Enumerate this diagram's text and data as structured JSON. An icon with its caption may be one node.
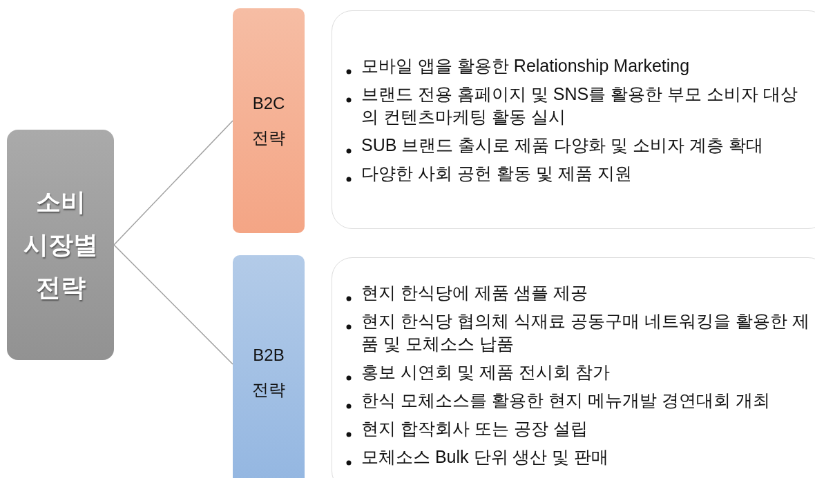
{
  "diagram": {
    "nodes": [
      {
        "text": [
          "소비 시장별 전략"
        ]
      },
      {
        "text": [
          "B2C 전략"
        ]
      },
      {
        "text": [
          "모바일 앱을 활용한 Relationship Marketing",
          "브랜드 전용 홈페이지 및 SNS를 활용한 부모 소비자 대상의 컨텐츠마케팅 활동 실시",
          "SUB 브랜드 출시로 제품 다양화 및 소비자 계층 확대",
          "다양한 사회 공헌 활동 및 제품 지원"
        ]
      },
      {
        "text": [
          "B2B 전략"
        ]
      },
      {
        "text": [
          "현지 한식당에 제품 샘플 제공",
          "현지 한식당 협의체 식재료 공동구매 네트워킹을 활용한 제품 및 모체소스 납품",
          "홍보 시연회 및 제품 전시회 참가",
          "한식 모체소스를 활용한 현지 메뉴개발 경연대회 개최",
          "현지 합작회사 또는 공장 설립",
          "모체소스 Bulk 단위 생산 및 판매"
        ]
      }
    ],
    "edges": [
      {
        "from": 0,
        "to": 1,
        "arrow": "none"
      },
      {
        "from": 0,
        "to": 3,
        "arrow": "none"
      }
    ]
  }
}
